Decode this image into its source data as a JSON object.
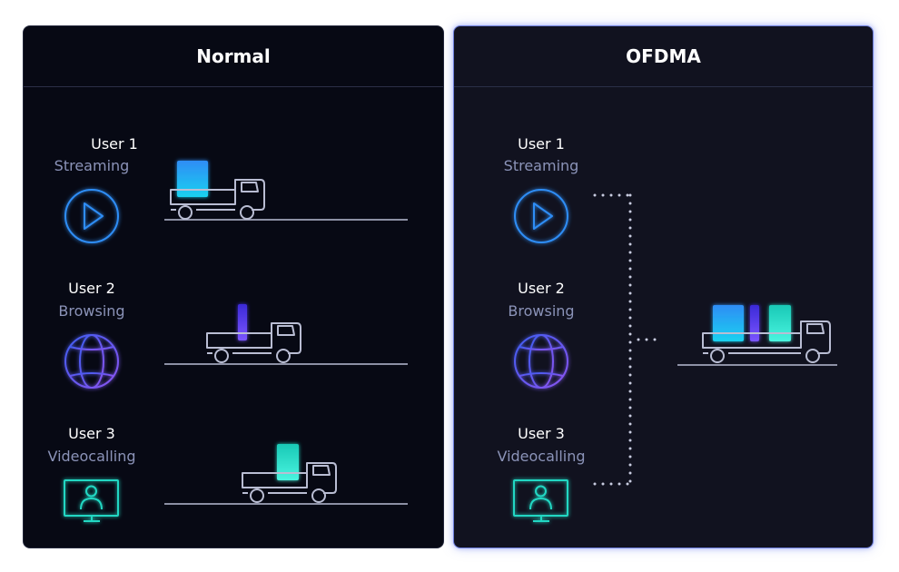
{
  "panels": {
    "normal": {
      "title": "Normal",
      "users": [
        {
          "name": "User 1",
          "activity": "Streaming",
          "icon": "play-icon"
        },
        {
          "name": "User 2",
          "activity": "Browsing",
          "icon": "globe-icon"
        },
        {
          "name": "User 3",
          "activity": "Videocalling",
          "icon": "monitor-user-icon"
        }
      ]
    },
    "ofdma": {
      "title": "OFDMA",
      "users": [
        {
          "name": "User 1",
          "activity": "Streaming",
          "icon": "play-icon"
        },
        {
          "name": "User 2",
          "activity": "Browsing",
          "icon": "globe-icon"
        },
        {
          "name": "User 3",
          "activity": "Videocalling",
          "icon": "monitor-user-icon"
        }
      ]
    }
  },
  "colors": {
    "streaming": "#2f8df5",
    "browsing": "#5b3df0",
    "videocalling": "#21d7c3",
    "truck_stroke": "#b9bdd3",
    "dots": "#c8cce0"
  }
}
